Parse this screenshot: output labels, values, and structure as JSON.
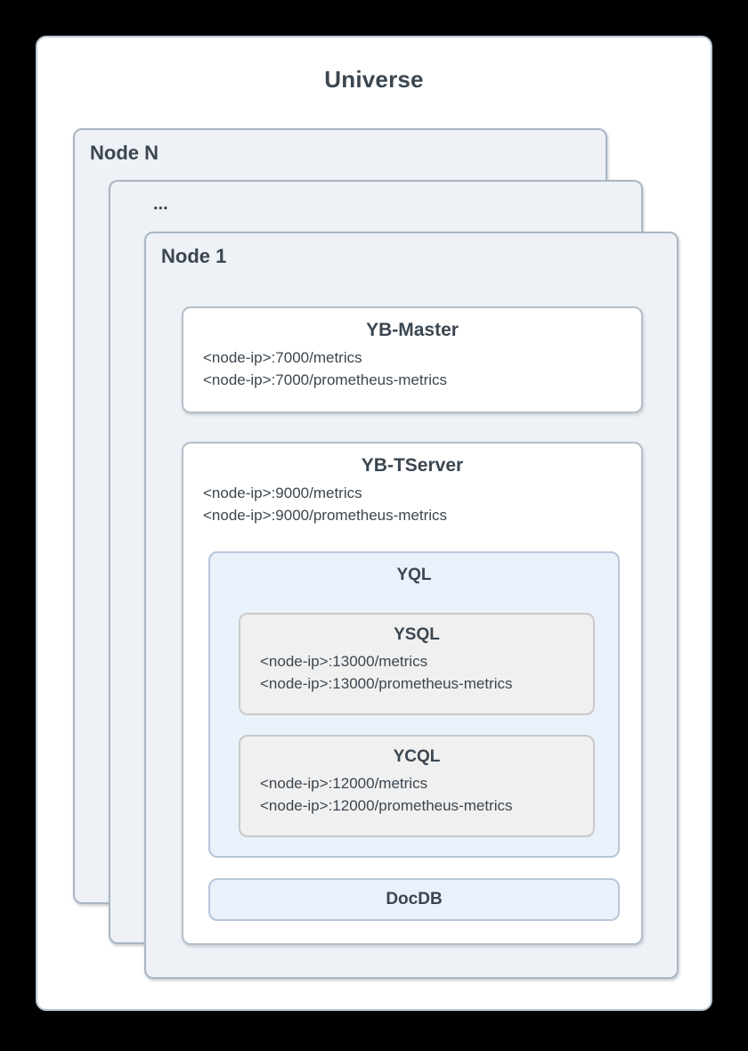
{
  "universe": {
    "title": "Universe",
    "node_n_label": "Node N",
    "ellipsis_label": "...",
    "node_1_label": "Node 1"
  },
  "yb_master": {
    "title": "YB-Master",
    "endpoints": [
      "<node-ip>:7000/metrics",
      "<node-ip>:7000/prometheus-metrics"
    ]
  },
  "yb_tserver": {
    "title": "YB-TServer",
    "endpoints": [
      "<node-ip>:9000/metrics",
      "<node-ip>:9000/prometheus-metrics"
    ]
  },
  "yql": {
    "title": "YQL"
  },
  "ysql": {
    "title": "YSQL",
    "endpoints": [
      "<node-ip>:13000/metrics",
      "<node-ip>:13000/prometheus-metrics"
    ]
  },
  "ycql": {
    "title": "YCQL",
    "endpoints": [
      "<node-ip>:12000/metrics",
      "<node-ip>:12000/prometheus-metrics"
    ]
  },
  "docdb": {
    "title": "DocDB"
  },
  "colors": {
    "background": "#000000",
    "card_fill": "#ffffff",
    "node_fill": "#eef1f5",
    "node_border": "#a9b6c3",
    "component_fill": "#ffffff",
    "component_border": "#b3bfca",
    "yql_fill": "#e9f1fb",
    "yql_border": "#b7c6d9",
    "sql_fill": "#f0f0f0",
    "sql_border": "#c9c9c9",
    "text": "#3b4650"
  }
}
